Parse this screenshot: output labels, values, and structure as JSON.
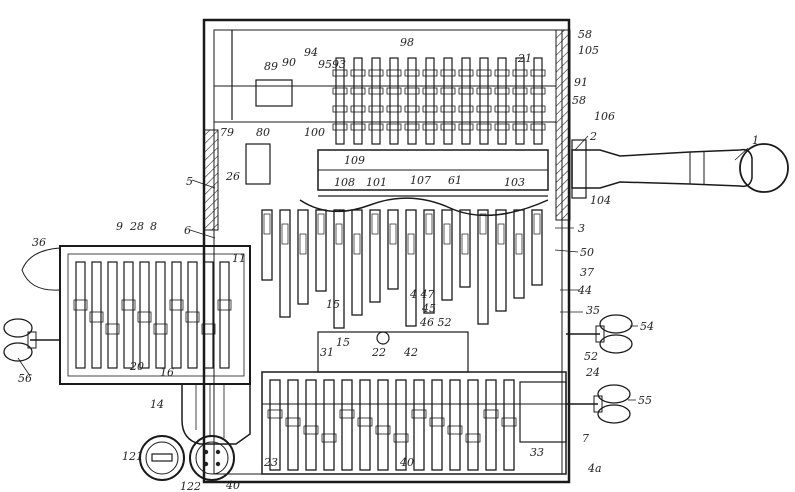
{
  "figure": {
    "labels": [
      {
        "id": "l1",
        "text": "1"
      },
      {
        "id": "l2",
        "text": "2"
      },
      {
        "id": "l3",
        "text": "3"
      },
      {
        "id": "l4",
        "text": "4 47"
      },
      {
        "id": "l5",
        "text": "5"
      },
      {
        "id": "l6",
        "text": "6"
      },
      {
        "id": "l7",
        "text": "7"
      },
      {
        "id": "l8",
        "text": "8"
      },
      {
        "id": "l9",
        "text": "9"
      },
      {
        "id": "l11",
        "text": "11"
      },
      {
        "id": "l14",
        "text": "14"
      },
      {
        "id": "l15a",
        "text": "15"
      },
      {
        "id": "l15b",
        "text": "15"
      },
      {
        "id": "l16",
        "text": "16"
      },
      {
        "id": "l20",
        "text": "20"
      },
      {
        "id": "l21",
        "text": "21"
      },
      {
        "id": "l22",
        "text": "22"
      },
      {
        "id": "l23",
        "text": "23"
      },
      {
        "id": "l24",
        "text": "24"
      },
      {
        "id": "l26",
        "text": "26"
      },
      {
        "id": "l28",
        "text": "28"
      },
      {
        "id": "l31",
        "text": "31"
      },
      {
        "id": "l33",
        "text": "33"
      },
      {
        "id": "l35",
        "text": "35"
      },
      {
        "id": "l36",
        "text": "36"
      },
      {
        "id": "l37",
        "text": "37"
      },
      {
        "id": "l40",
        "text": "40"
      },
      {
        "id": "l40a",
        "text": "40"
      },
      {
        "id": "l42",
        "text": "42"
      },
      {
        "id": "l44",
        "text": "44"
      },
      {
        "id": "l45",
        "text": "45"
      },
      {
        "id": "l46",
        "text": "46 52"
      },
      {
        "id": "l50",
        "text": "50"
      },
      {
        "id": "l52",
        "text": "52"
      },
      {
        "id": "l54",
        "text": "54"
      },
      {
        "id": "l55",
        "text": "55"
      },
      {
        "id": "l56",
        "text": "56"
      },
      {
        "id": "l58a",
        "text": "58"
      },
      {
        "id": "l58b",
        "text": "58"
      },
      {
        "id": "l61",
        "text": "61"
      },
      {
        "id": "l79",
        "text": "79"
      },
      {
        "id": "l80",
        "text": "80"
      },
      {
        "id": "l89",
        "text": "89"
      },
      {
        "id": "l90",
        "text": "90"
      },
      {
        "id": "l91",
        "text": "91"
      },
      {
        "id": "l93",
        "text": "93"
      },
      {
        "id": "l94",
        "text": "94"
      },
      {
        "id": "l95",
        "text": "95"
      },
      {
        "id": "l98",
        "text": "98"
      },
      {
        "id": "l100",
        "text": "100"
      },
      {
        "id": "l101",
        "text": "101"
      },
      {
        "id": "l103",
        "text": "103"
      },
      {
        "id": "l104",
        "text": "104"
      },
      {
        "id": "l105",
        "text": "105"
      },
      {
        "id": "l106",
        "text": "106"
      },
      {
        "id": "l107",
        "text": "107"
      },
      {
        "id": "l108",
        "text": "108"
      },
      {
        "id": "l109",
        "text": "109"
      },
      {
        "id": "l121",
        "text": "121"
      },
      {
        "id": "l122",
        "text": "122"
      },
      {
        "id": "l4a",
        "text": "4a"
      }
    ]
  }
}
